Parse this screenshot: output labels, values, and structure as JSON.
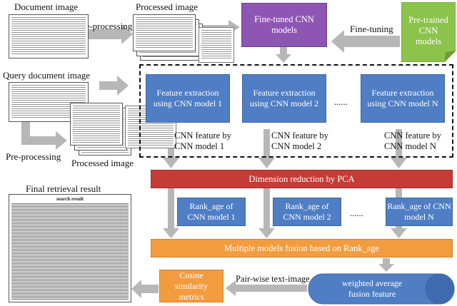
{
  "labels": {
    "document_image": "Document image",
    "processed_image_top": "Processed image",
    "query_document_image": "Query document image",
    "processed_image_bottom": "Processed image",
    "pre_processing_top": "Pre-processing",
    "pre_processing_bottom": "Pre-processing",
    "fine_tuning": "Fine-tuning",
    "final_retrieval_result": "Final retrieval result",
    "pair_wise": "Pair-wise text-image",
    "search_result_heading": "search result"
  },
  "boxes": {
    "fine_tuned_cnn": "Fine-tuned CNN models",
    "pretrained_cnn": "Pre-trained CNN models",
    "feature_1": "Feature extraction using CNN model 1",
    "feature_2": "Feature extraction using CNN model 2",
    "feature_n": "Feature extraction using CNN model N",
    "feature_dots": "......",
    "cnn_feature_1": "CNN feature by CNN model 1",
    "cnn_feature_2": "CNN feature by CNN model 2",
    "cnn_feature_n": "CNN feature by CNN model N",
    "pca": "Dimension reduction by PCA",
    "rank_1": "Rank_age of CNN model 1",
    "rank_2": "Rank_age of CNN model 2",
    "rank_n": "Rank_age of CNN model N",
    "rank_dots": "......",
    "fusion": "Multiple models fusion based on Rank_age",
    "cosine": "Cosine similarity metrics",
    "weighted": "weighted average fusion feature"
  },
  "colors": {
    "blue": "#4f7ec4",
    "purple": "#8e56b3",
    "green": "#8cc34a",
    "red": "#c63b36",
    "orange": "#f39c3f",
    "gray_arrow": "#b5b5b5"
  }
}
